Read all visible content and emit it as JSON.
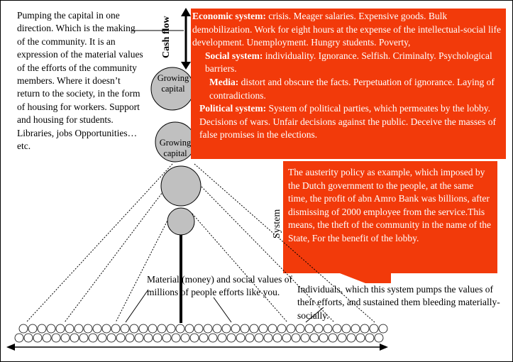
{
  "left_text": "Pumping the capital in one direction. Which is the making of the community. It is an expression of the material values of the efforts of the community members. Where it doesn’t return to the society, in the form of housing for workers. Support and housing for students. Libraries, jobs Opportunities… etc.",
  "cash_flow_label": "Cash flow",
  "system_label": "System",
  "circle_labels": [
    "Growing capital",
    "Growing capital"
  ],
  "red_box": {
    "economic_label": "Economic system:",
    "economic_text": " crisis.  Meager salaries.  Expensive goods.  Bulk demobilization. Work for eight hours at the expense of the intellectual-social life development.  Unemployment.  Hungry students. Poverty,",
    "social_label": "Social system:",
    "social_text": " individuality.  Ignorance.  Selfish.  Criminalty.  Psychological  barriers.",
    "media_label": "Media:",
    "media_text": " distort and obscure the facts. Perpetuation of ignorance.  Laying of contradictions.",
    "political_label": "Political system:",
    "political_text": " System of political parties, which permeates by the lobby.  Decisions of wars.  Unfair decisions against the public.  Deceive the masses of false promises in the elections."
  },
  "austerity_text": "The austerity policy as example, which imposed by the Dutch government to the people, at the same time, the profit of abn Amro Bank was billions, after dismissing of 2000 employee from the service.This means, the theft of the community in the name of the State, For the benefit of the lobby.",
  "middle_text": "Material (money) and social values of millions of people efforts like you.",
  "individuals_text": "Individuals, which this system pumps the values of their efforts, and sustained them bleeding materially-socially.",
  "colors": {
    "red": "#f23a0a",
    "circle_fill": "#c0c0c0"
  }
}
